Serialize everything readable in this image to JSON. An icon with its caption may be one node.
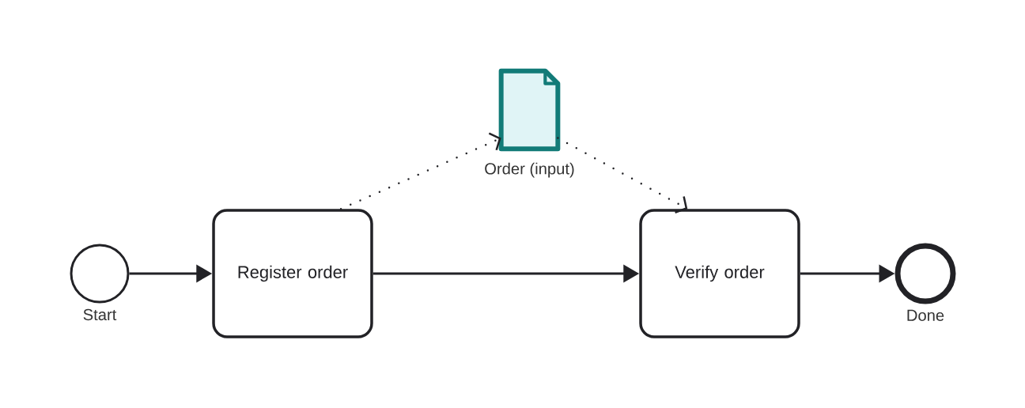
{
  "diagram": {
    "nodes": [
      {
        "text": [],
        "shape": "circle",
        "beside": [
          "Start"
        ]
      },
      {
        "text": [
          "Register order"
        ]
      },
      {
        "text": [],
        "shape": "document",
        "beside": [
          "Order (input)"
        ]
      },
      {
        "text": [
          "Verify order"
        ]
      },
      {
        "text": [],
        "shape": "circle",
        "beside": [
          "Done"
        ]
      }
    ],
    "edges": [
      {
        "from": 0,
        "to": 1,
        "arrow": "to"
      },
      {
        "from": 1,
        "to": 3,
        "arrow": "to"
      },
      {
        "from": 3,
        "to": 4,
        "arrow": "to"
      },
      {
        "from": 1,
        "to": 2,
        "arrow": "to",
        "style": "dashed"
      },
      {
        "from": 2,
        "to": 3,
        "arrow": "to",
        "style": "dashed"
      }
    ]
  }
}
